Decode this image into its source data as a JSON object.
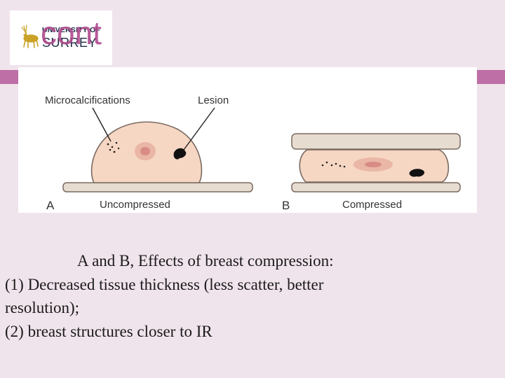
{
  "logo": {
    "university_of": "UNIVERSITY OF",
    "surrey": "SURREY",
    "overlay_text": "cont",
    "stag_icon": "stag-icon",
    "color": "#1f2a44",
    "accent_color": "#b14a8e"
  },
  "figure": {
    "labels": {
      "microcalcifications": "Microcalcifications",
      "lesion": "Lesion",
      "panel_a_letter": "A",
      "panel_a_caption": "Uncompressed",
      "panel_b_letter": "B",
      "panel_b_caption": "Compressed"
    },
    "colors": {
      "tissue": "#f6d7c3",
      "outline": "#7a6a62",
      "plate": "#e6dccf",
      "lesion_core": "#d98b86",
      "lesion_ring": "#eab6a6",
      "mass": "#111111"
    }
  },
  "caption": {
    "line1": "A and B, Effects of breast compression:",
    "line2": "(1) Decreased tissue thickness (less scatter, better",
    "line3": "resolution);",
    "line4": "(2) breast structures   closer to IR"
  }
}
